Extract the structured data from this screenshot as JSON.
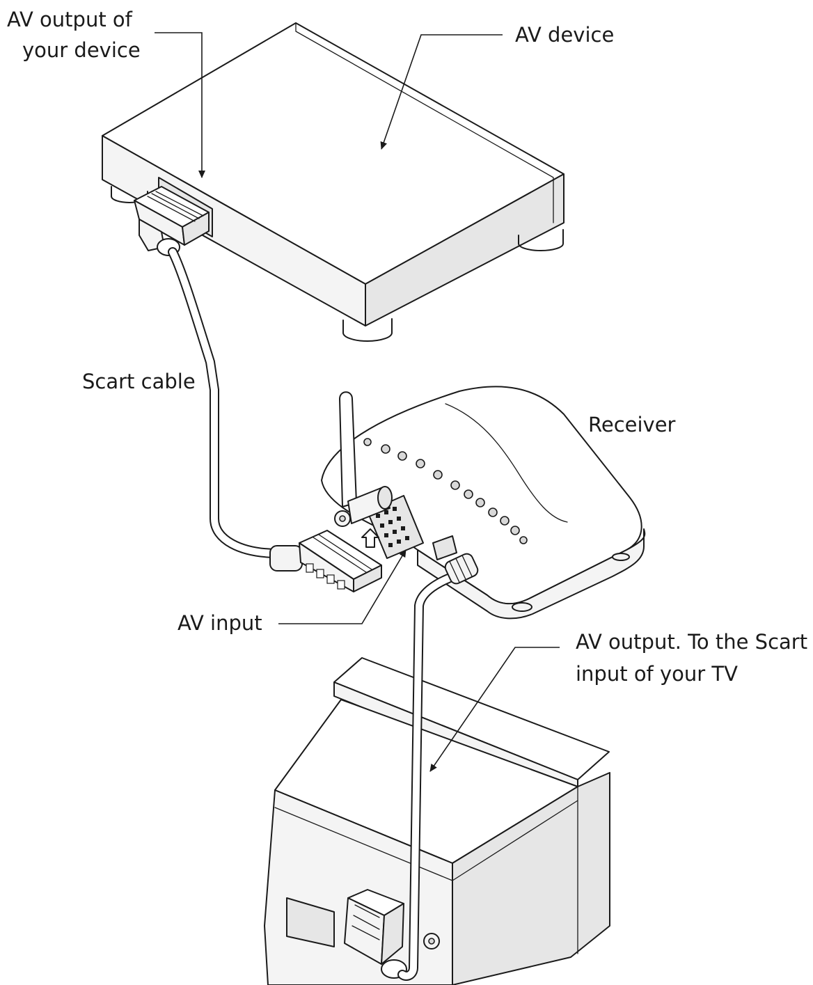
{
  "labels": {
    "av_output_device_line1": "AV output of",
    "av_output_device_line2": "your device",
    "av_device": "AV device",
    "scart_cable": "Scart cable",
    "receiver": "Receiver",
    "av_input": "AV input",
    "av_output_tv_line1": "AV output. To the Scart",
    "av_output_tv_line2": "input of your TV"
  },
  "colors": {
    "ink": "#1a1a1a",
    "paper": "#ffffff"
  }
}
